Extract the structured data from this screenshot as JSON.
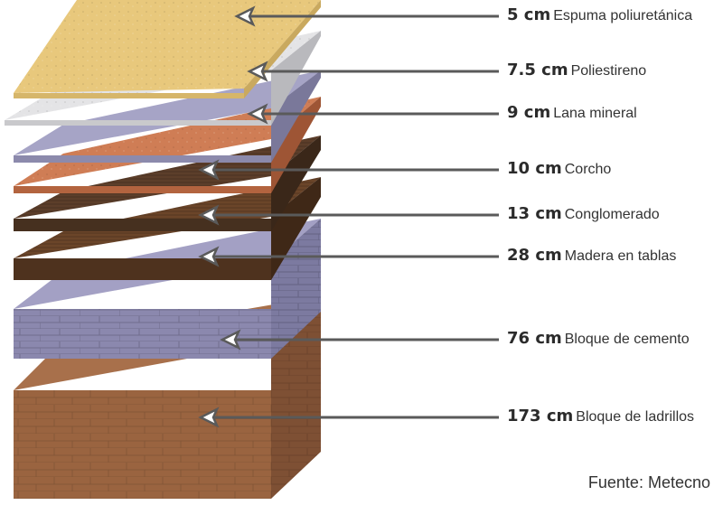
{
  "layers": [
    {
      "thickness": "5 cm",
      "material": "Espuma poliuretánica",
      "colors": {
        "top": "#e8c87c",
        "front": "#d6b66a",
        "side": "#c9a95f"
      }
    },
    {
      "thickness": "7.5 cm",
      "material": "Poliestireno",
      "colors": {
        "top": "#e4e4e6",
        "front": "#c9c9cc",
        "side": "#b9b9bd"
      }
    },
    {
      "thickness": "9 cm",
      "material": "Lana mineral",
      "colors": {
        "top": "#a6a4c6",
        "front": "#8c8aac",
        "side": "#7a789a"
      }
    },
    {
      "thickness": "10 cm",
      "material": "Corcho",
      "colors": {
        "top": "#cf7d55",
        "front": "#b3643f",
        "side": "#9e5535"
      }
    },
    {
      "thickness": "13 cm",
      "material": "Conglomerado",
      "colors": {
        "top": "#5c3e2a",
        "front": "#46301f",
        "side": "#3a2719"
      }
    },
    {
      "thickness": "28 cm",
      "material": "Madera en tablas",
      "colors": {
        "top": "#6b4529",
        "front": "#4e321e",
        "side": "#3f2817"
      }
    },
    {
      "thickness": "76 cm",
      "material": "Bloque de cemento",
      "colors": {
        "top": "#a3a0c4",
        "front": "#8b88ae",
        "side": "#7c7aa0"
      }
    },
    {
      "thickness": "173 cm",
      "material": "Bloque de ladrillos",
      "colors": {
        "top": "#a8704b",
        "front": "#9a6440",
        "side": "#7e5034"
      }
    }
  ],
  "source": "Fuente: Metecno",
  "arrow_color": "#5a5a5a"
}
